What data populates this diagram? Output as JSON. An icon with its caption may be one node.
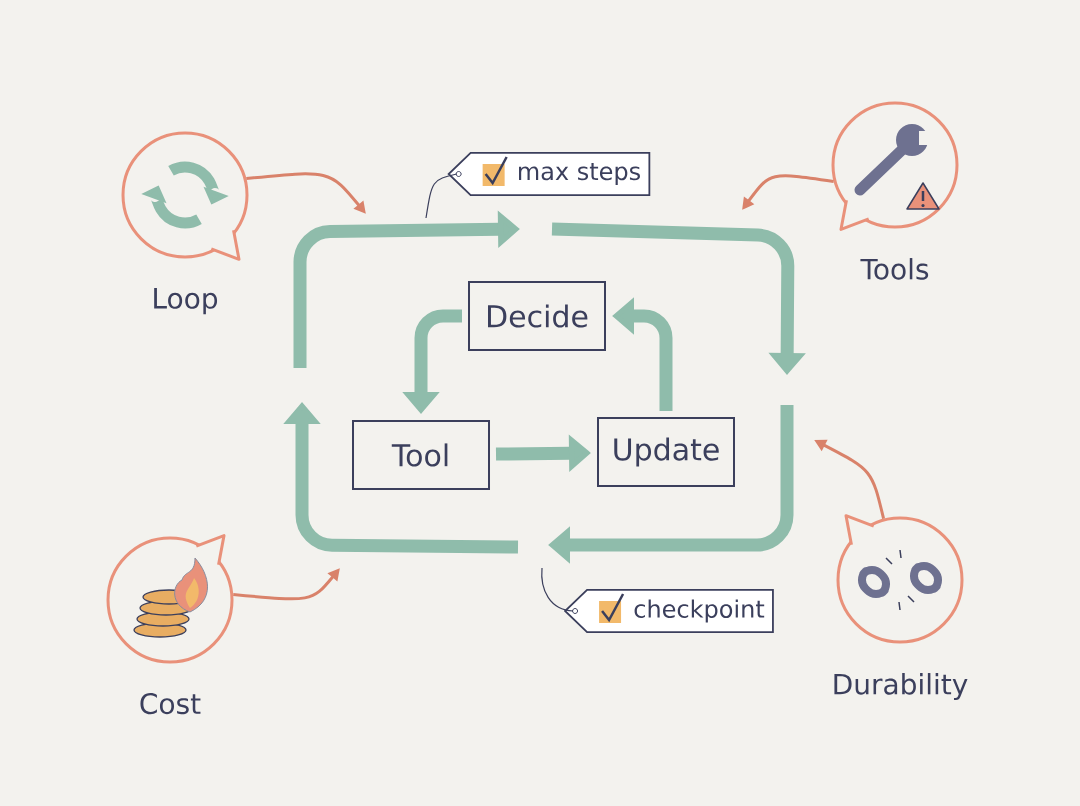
{
  "diagram": {
    "nodes": [
      {
        "text": [
          "Decide"
        ]
      },
      {
        "text": [
          "Tool"
        ]
      },
      {
        "text": [
          "Update"
        ]
      },
      {
        "text": [
          "max steps"
        ]
      },
      {
        "text": [
          "checkpoint"
        ]
      },
      {
        "text": [
          "Loop"
        ]
      },
      {
        "text": [
          "Tools"
        ]
      },
      {
        "text": [
          "Cost"
        ]
      },
      {
        "text": [
          "Durability"
        ]
      }
    ],
    "edges": [
      {
        "from": 0,
        "to": 1,
        "arrow": "to",
        "style": "thick"
      },
      {
        "from": 1,
        "to": 2,
        "arrow": "to",
        "style": "thick"
      },
      {
        "from": 2,
        "to": 0,
        "arrow": "to",
        "style": "thick"
      },
      {
        "from": 3,
        "to": null,
        "arrow": "none",
        "color": "#3b3f5c"
      },
      {
        "from": 4,
        "to": null,
        "arrow": "none",
        "color": "#3b3f5c"
      },
      {
        "from": 5,
        "to": null,
        "arrow": "to",
        "color": "#d9826a"
      },
      {
        "from": 6,
        "to": null,
        "arrow": "to",
        "color": "#d9826a"
      },
      {
        "from": 7,
        "to": null,
        "arrow": "to",
        "color": "#d9826a"
      },
      {
        "from": 8,
        "to": null,
        "arrow": "to",
        "color": "#d9826a"
      }
    ]
  }
}
